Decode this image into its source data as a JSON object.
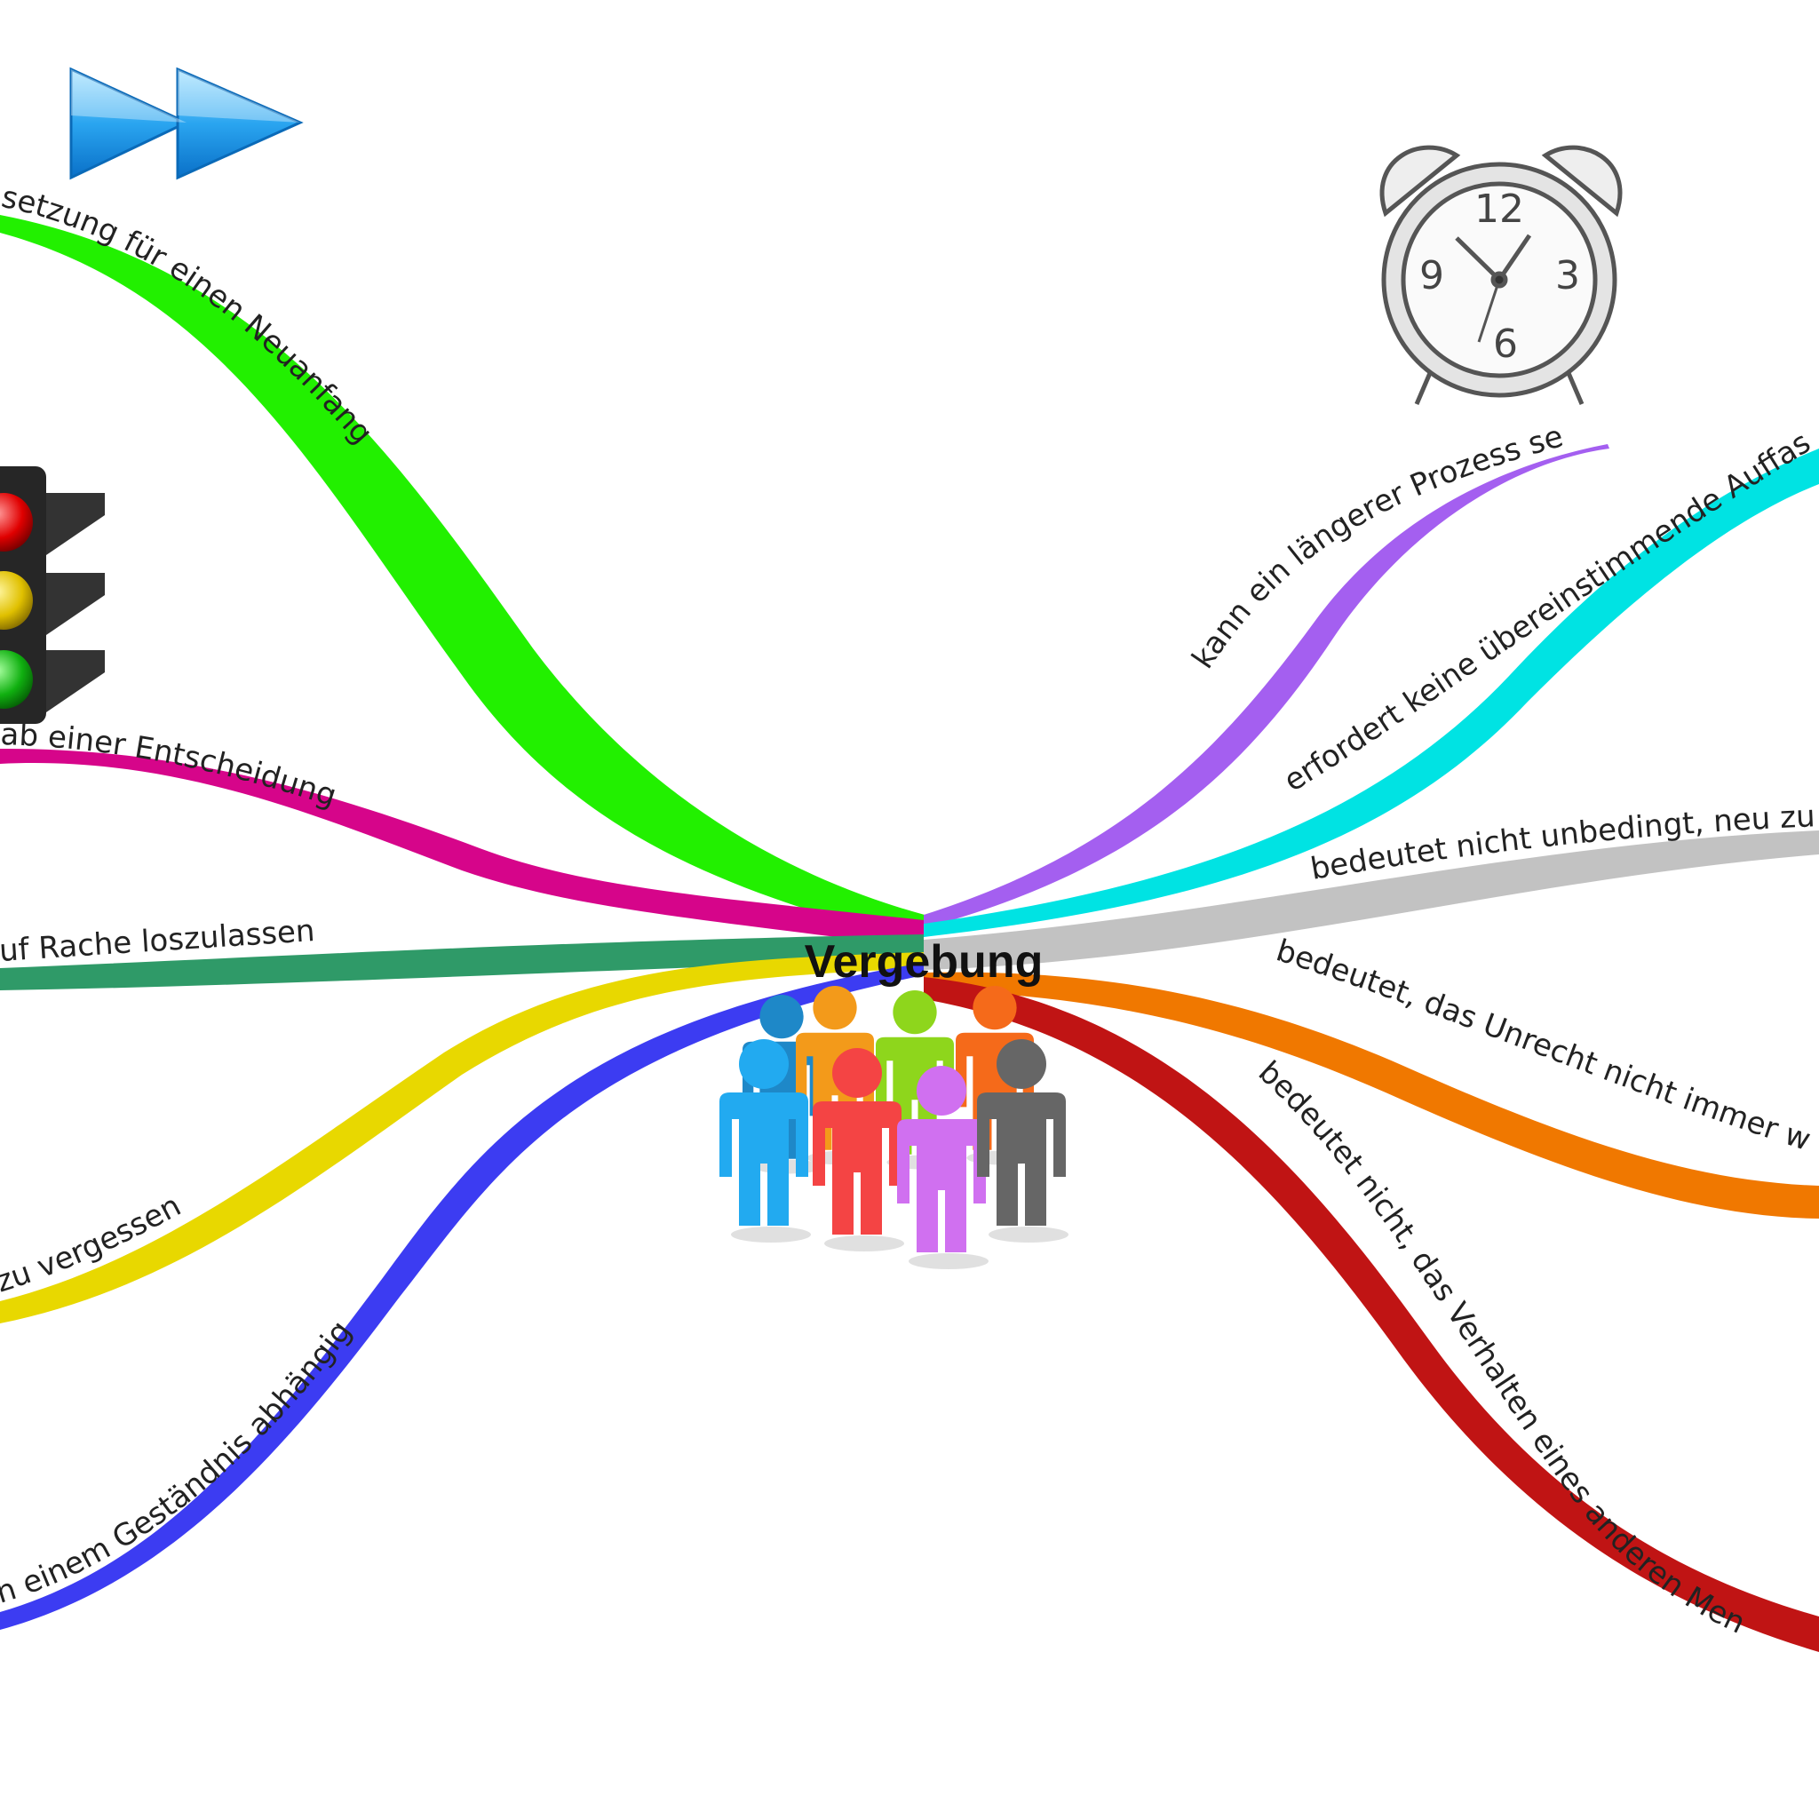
{
  "center": {
    "label": "Vergebung",
    "people_colors": [
      "#1e88c8",
      "#f39a1a",
      "#8ed61c",
      "#f56a1a",
      "#22aaf0",
      "#f44444",
      "#d070f0",
      "#666666"
    ]
  },
  "branches": [
    {
      "id": "neuanfang",
      "label": "setzung für einen Neuanfang",
      "color": "#22f000",
      "icon": "fast-forward-icon"
    },
    {
      "id": "entscheidung",
      "label": "ab einer Entscheidung",
      "color": "#d6058a",
      "icon": "traffic-light-icon"
    },
    {
      "id": "rache",
      "label": "uf Rache loszulassen",
      "color": "#2f9a68"
    },
    {
      "id": "vergessen",
      "label": "zu vergessen",
      "color": "#e8d800"
    },
    {
      "id": "gestaendnis",
      "label": "n einem Geständnis abhängig",
      "color": "#3c3cf2"
    },
    {
      "id": "prozess",
      "label": "kann ein längerer Prozess se",
      "color": "#a45ff0",
      "icon": "alarm-clock-icon"
    },
    {
      "id": "auffassung",
      "label": "erfordert keine übereinstimmende Auffas",
      "color": "#00e3e3"
    },
    {
      "id": "neu",
      "label": "bedeutet nicht unbedingt, neu zu",
      "color": "#c2c2c2"
    },
    {
      "id": "unrecht",
      "label": "bedeutet, das Unrecht nicht immer w",
      "color": "#f07800"
    },
    {
      "id": "verhalten",
      "label": "bedeutet nicht, das Verhalten eines anderen Men",
      "color": "#c01414"
    }
  ]
}
